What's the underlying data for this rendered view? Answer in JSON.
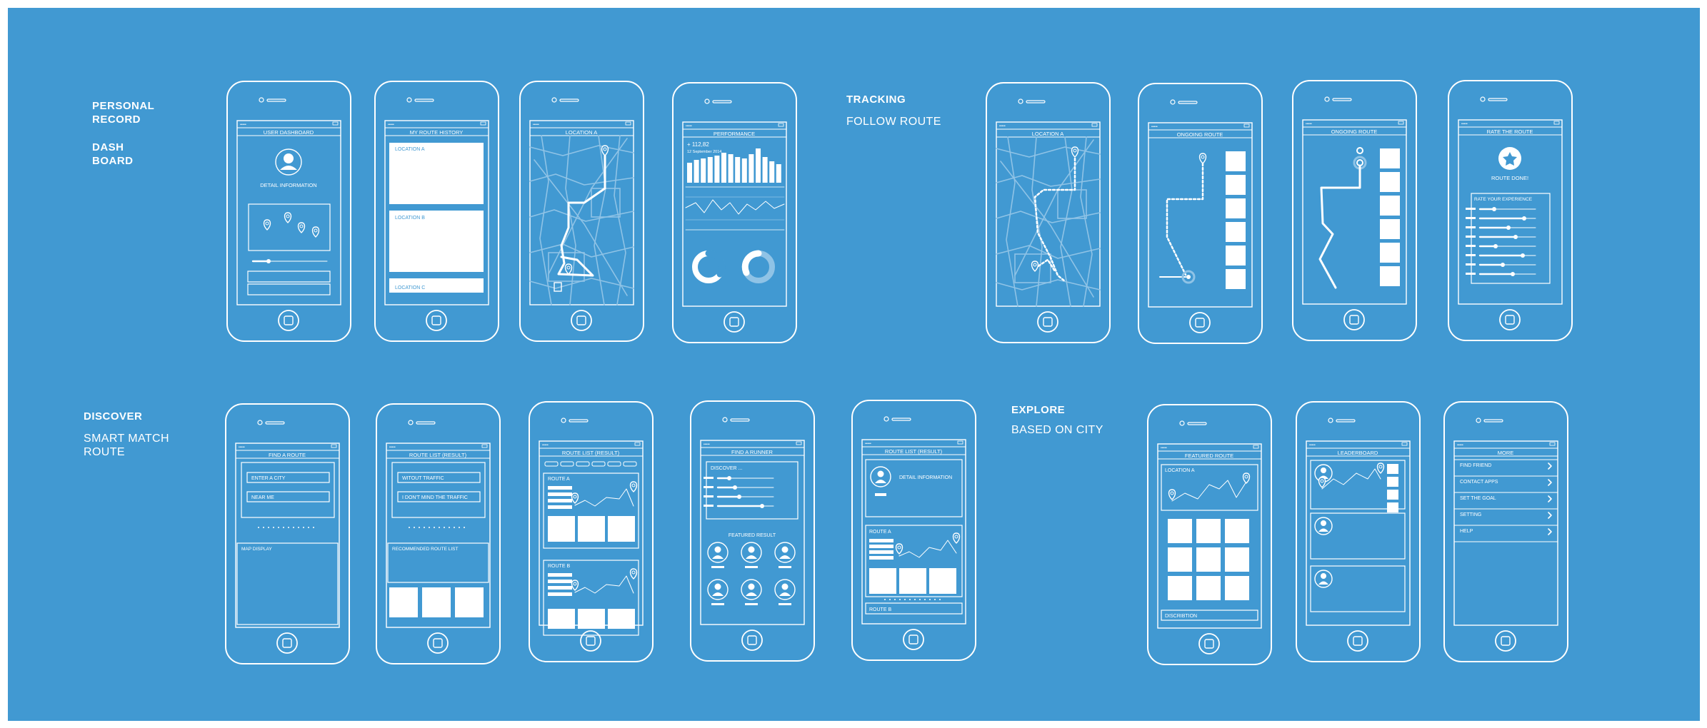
{
  "sections": {
    "personal": {
      "title_1": "PERSONAL",
      "title_2": "RECORD",
      "sub_1": "DASH",
      "sub_2": "BOARD"
    },
    "tracking": {
      "title": "TRACKING",
      "sub": "FOLLOW ROUTE"
    },
    "discover": {
      "title": "DISCOVER",
      "sub_1": "SMART MATCH",
      "sub_2": "ROUTE"
    },
    "explore": {
      "title": "EXPLORE",
      "sub": "BASED ON CITY"
    }
  },
  "colors": {
    "background": "#4199d2",
    "line": "#ffffff",
    "map_line": "#8fc3e6"
  },
  "screens": [
    {
      "id": "user-dashboard",
      "header": "USER DASHBOARD",
      "labels": [
        "DETAIL INFORMATION"
      ]
    },
    {
      "id": "my-route-history",
      "header": "MY ROUTE HISTORY",
      "labels": [
        "LOCATION A",
        "LOCATION B",
        "LOCATION C"
      ]
    },
    {
      "id": "location-a",
      "header": "LOCATION A",
      "labels": []
    },
    {
      "id": "performance",
      "header": "PERFORMANCE",
      "labels": [
        "+ 112,82",
        "12 September 2014"
      ]
    },
    {
      "id": "location-a-tracking",
      "header": "LOCATION A",
      "labels": []
    },
    {
      "id": "ongoing-route-1",
      "header": "ONGOING ROUTE",
      "labels": []
    },
    {
      "id": "ongoing-route-2",
      "header": "ONGOING ROUTE",
      "labels": []
    },
    {
      "id": "rate-the-route",
      "header": "RATE THE ROUTE",
      "labels": [
        "ROUTE DONE!",
        "RATE YOUR EXPERIENCE"
      ]
    },
    {
      "id": "find-a-route",
      "header": "FIND A ROUTE",
      "labels": [
        "ENTER A CITY",
        "NEAR ME",
        "MAP DISPLAY"
      ]
    },
    {
      "id": "route-list-result-1",
      "header": "ROUTE LIST (RESULT)",
      "labels": [
        "WITOUT TRAFFIC",
        "I DON'T MIND THE TRAFFIC",
        "RECOMMENDED ROUTE LIST"
      ]
    },
    {
      "id": "route-list-result-2",
      "header": "ROUTE LIST (RESULT)",
      "labels": [
        "ROUTE A",
        "ROUTE B"
      ]
    },
    {
      "id": "find-a-runner",
      "header": "FIND A RUNNER",
      "labels": [
        "DISCOVER ...",
        "FEATURED RESULT"
      ]
    },
    {
      "id": "route-list-result-3",
      "header": "ROUTE LIST (RESULT)",
      "labels": [
        "DETAIL INFORMATION",
        "ROUTE A",
        "ROUTE B"
      ]
    },
    {
      "id": "featured-route",
      "header": "FEATURED ROUTE",
      "labels": [
        "LOCATION A",
        "DISCRIBTION"
      ]
    },
    {
      "id": "leaderboard",
      "header": "LEADERBOARD",
      "labels": []
    },
    {
      "id": "more",
      "header": "MORE",
      "labels": [],
      "menu": [
        "FIND FRIEND",
        "CONTACT APPS",
        "SET THE GOAL",
        "SETTING",
        "HELP"
      ]
    }
  ]
}
